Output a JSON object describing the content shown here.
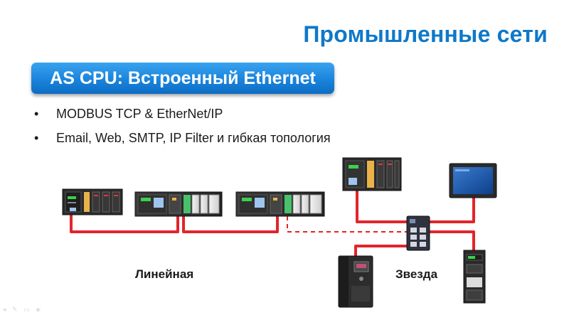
{
  "slide": {
    "title": "Промышленные сети",
    "banner": "AS CPU: Встроенный Ethernet",
    "bullets": [
      {
        "marker": "•",
        "text": "MODBUS TCP & EtherNet/IP"
      },
      {
        "marker": "•",
        "text": "Email, Web, SMTP, IP Filter и гибкая топология"
      }
    ]
  },
  "diagram": {
    "labels": {
      "linear": "Линейная",
      "star": "Звезда"
    },
    "devices": [
      "plc-cpu-small-icon",
      "plc-rack-1-icon",
      "plc-rack-2-icon",
      "plc-rack-top-icon",
      "hmi-panel-icon",
      "ethernet-switch-icon",
      "vfd-drive-icon",
      "servo-drive-icon"
    ],
    "colors": {
      "title": "#0f78c9",
      "banner": "#1a84dc",
      "cable": "#e3242b"
    }
  },
  "footer": {
    "nav_icons": "◂ ✎ ▭ ◈"
  }
}
